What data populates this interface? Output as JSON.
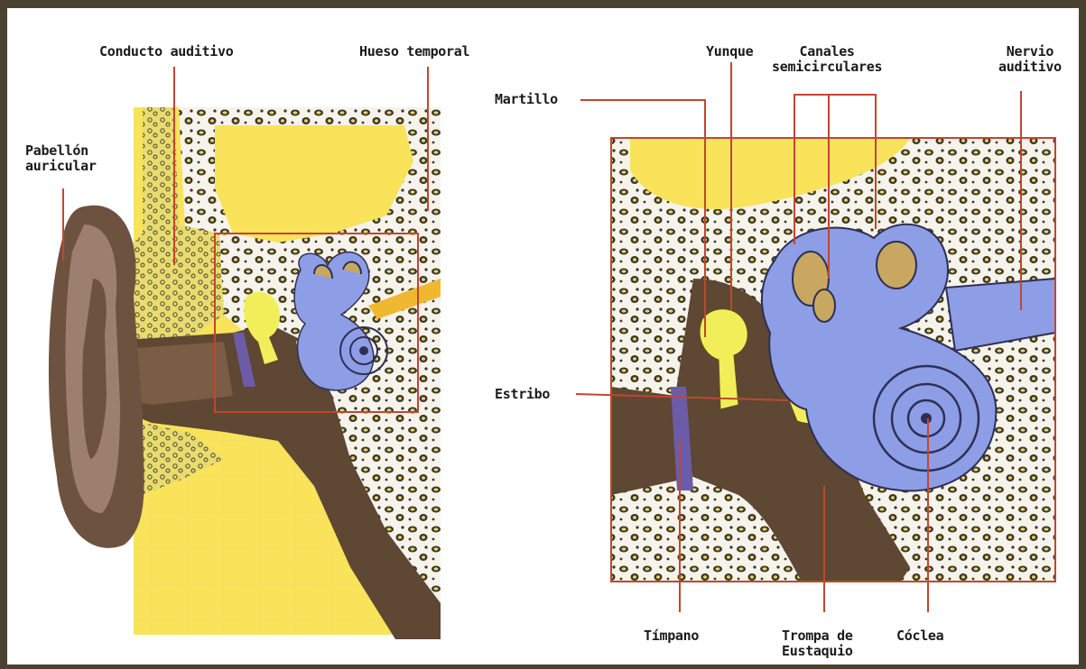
{
  "labels": {
    "conducto_auditivo": "Conducto auditivo",
    "hueso_temporal": "Hueso temporal",
    "pabellon_auricular": "Pabellón\nauricular",
    "yunque": "Yunque",
    "canales_semicirculares": "Canales\nsemicirculares",
    "nervio_auditivo": "Nervio\nauditivo",
    "martillo": "Martillo",
    "estribo": "Estribo",
    "timpano": "Tímpano",
    "trompa_de_eustaquio": "Trompa de\nEustaquio",
    "coclea": "Cóclea"
  },
  "colors": {
    "frame": "#4a4230",
    "background_yellow": "#f8e35a",
    "bone_white": "#f5f3ea",
    "bone_yellow": "#e6d96b",
    "tissue_brown": "#5e4733",
    "cochlea_blue": "#8d9ee6",
    "ossicle_yellow": "#f2ee5a",
    "eardrum_purple": "#6c5ca8",
    "guide_line": "#c2462f"
  }
}
